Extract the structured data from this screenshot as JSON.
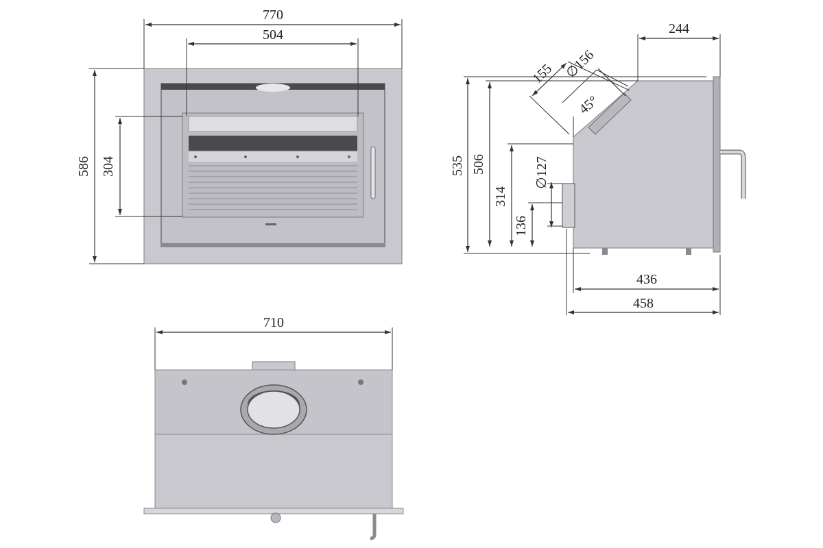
{
  "front_view": {
    "overall_width": "770",
    "glass_width": "504",
    "overall_height": "586",
    "glass_height": "304"
  },
  "side_view": {
    "top_depth": "244",
    "chamfer_a": "155",
    "flue_diameter_top": "∅156",
    "angle": "45°",
    "height_overall": "535",
    "height_body": "506",
    "spigot_center": "314",
    "spigot_bottom": "136",
    "spigot_diameter": "∅127",
    "depth_body": "436",
    "depth_overall": "458"
  },
  "top_view": {
    "width": "710"
  },
  "colors": {
    "body": "#c8c8ce",
    "dark": "#4a4a4c",
    "line": "#333333"
  }
}
